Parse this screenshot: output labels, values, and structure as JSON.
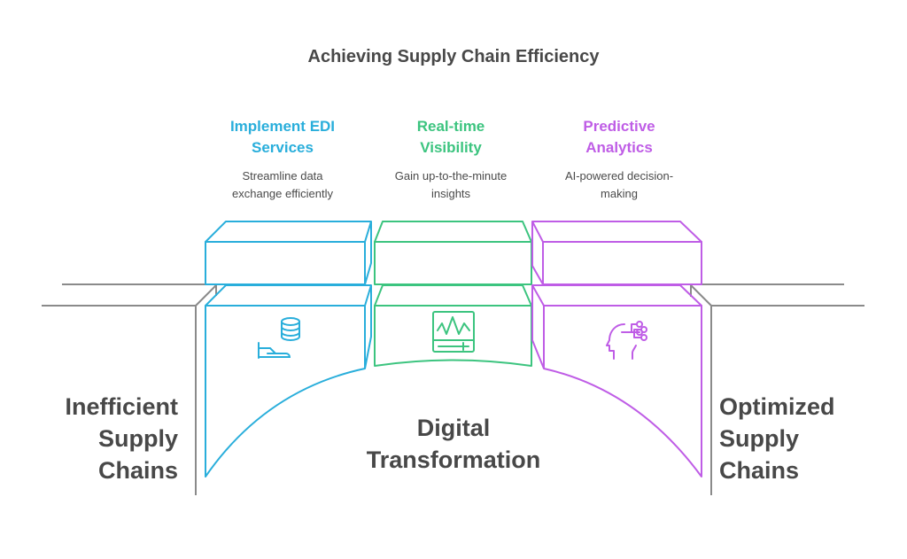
{
  "title": "Achieving Supply Chain Efficiency",
  "left_label": [
    "Inefficient",
    "Supply",
    "Chains"
  ],
  "center_label": [
    "Digital",
    "Transformation"
  ],
  "right_label": [
    "Optimized",
    "Supply",
    "Chains"
  ],
  "steps": [
    {
      "title": [
        "Implement EDI",
        "Services"
      ],
      "desc": [
        "Streamline data",
        "exchange efficiently"
      ],
      "color": "#29aedb",
      "icon": "hand-database-icon"
    },
    {
      "title": [
        "Real-time",
        "Visibility"
      ],
      "desc": [
        "Gain up-to-the-minute",
        "insights"
      ],
      "color": "#3cc47f",
      "icon": "monitor-waveform-icon"
    },
    {
      "title": [
        "Predictive",
        "Analytics"
      ],
      "desc": [
        "AI-powered decision-",
        "making"
      ],
      "color": "#bf5de6",
      "icon": "ai-head-circuit-icon"
    }
  ],
  "colors": {
    "text": "#484848",
    "ground": "#8a8a8a"
  }
}
